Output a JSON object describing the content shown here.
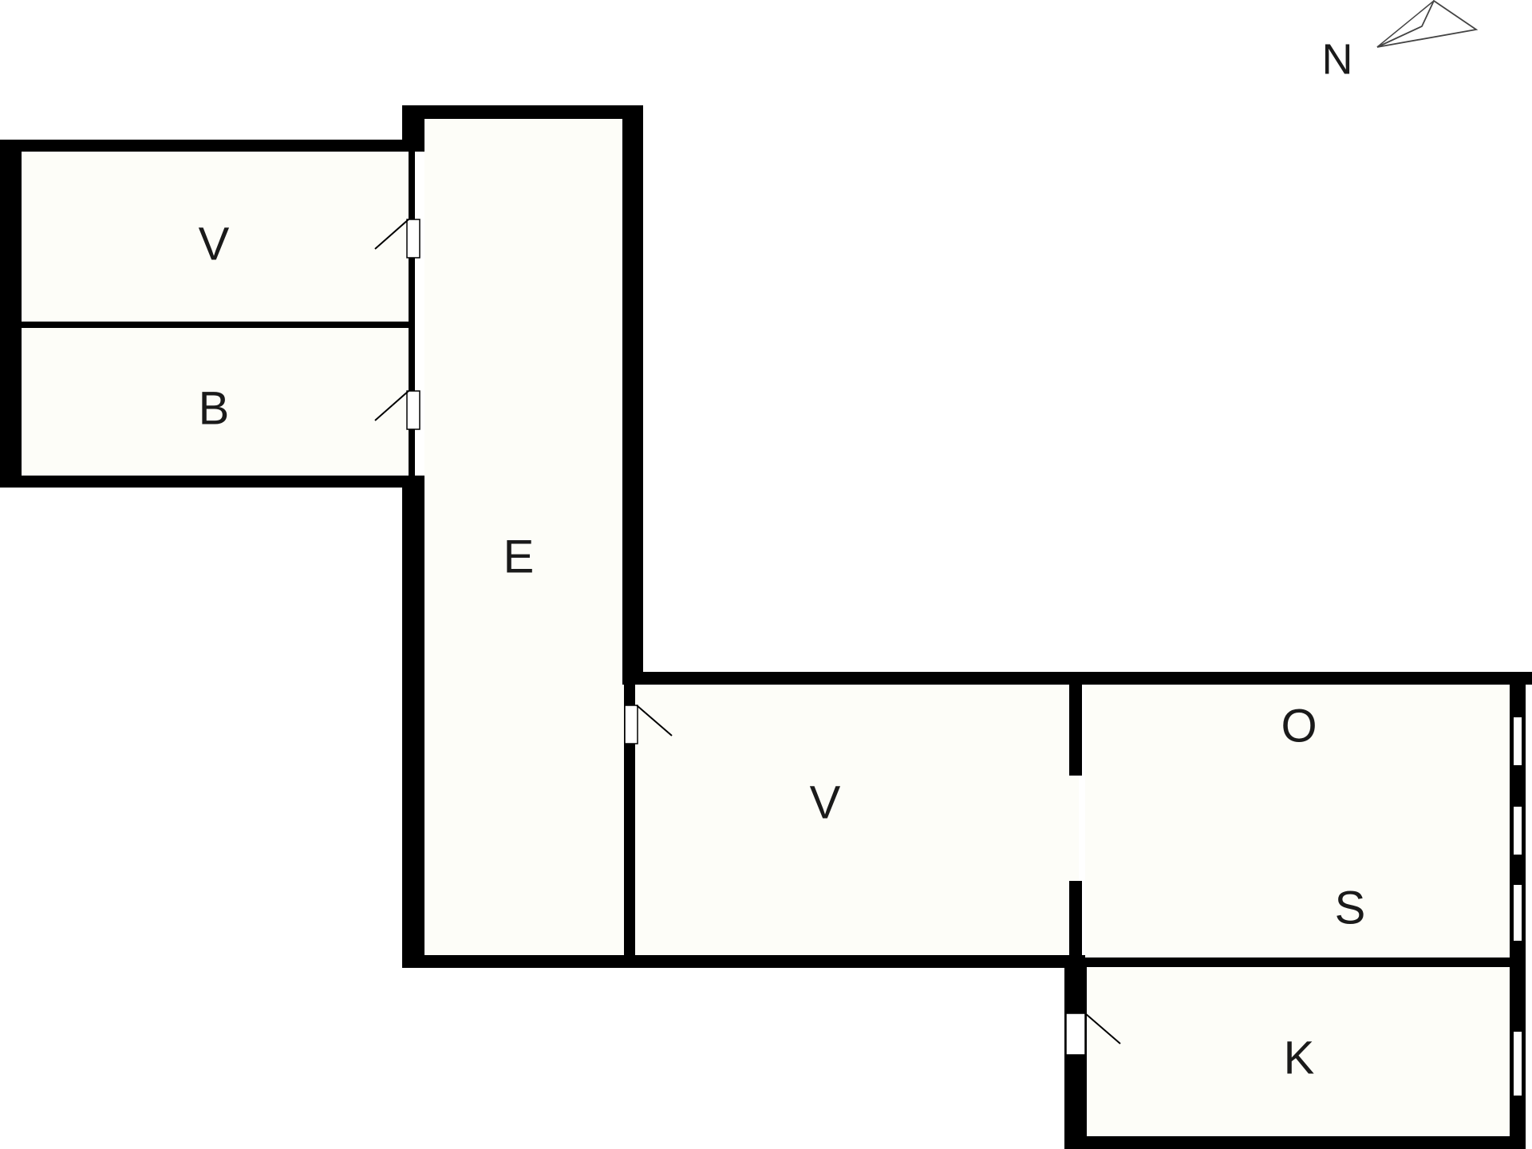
{
  "floor_plan": {
    "rooms": [
      {
        "id": "room-v-top",
        "label": "V"
      },
      {
        "id": "room-b",
        "label": "B"
      },
      {
        "id": "room-e",
        "label": "E"
      },
      {
        "id": "room-v-middle",
        "label": "V"
      },
      {
        "id": "room-o",
        "label": "O"
      },
      {
        "id": "room-s",
        "label": "S"
      },
      {
        "id": "room-k",
        "label": "K"
      }
    ],
    "compass": {
      "label": "N"
    }
  },
  "colors": {
    "wall": "#000000",
    "room_fill": "#fdfdf8",
    "background": "#ffffff"
  }
}
